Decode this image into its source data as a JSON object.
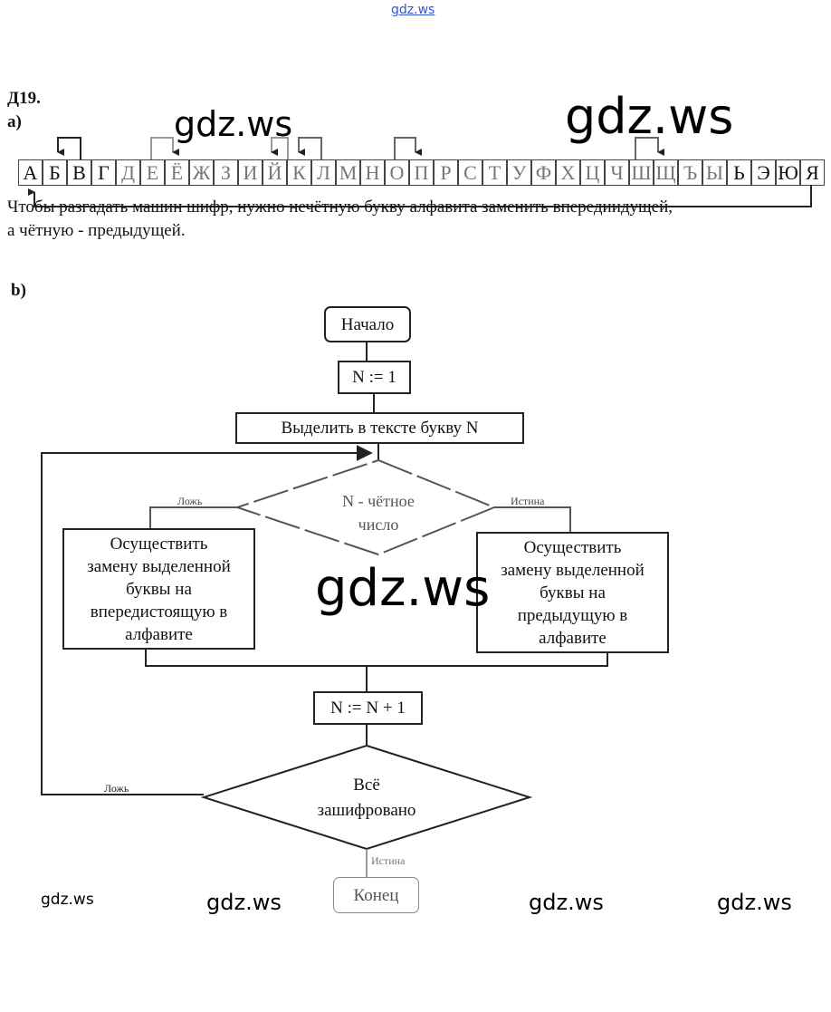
{
  "watermarks": {
    "top": "gdz.ws",
    "big1": "gdz.ws",
    "big2": "gdz.ws",
    "center": "gdz.ws",
    "bottom": [
      "gdz.ws",
      "gdz.ws",
      "gdz.ws",
      "gdz.ws"
    ]
  },
  "task": {
    "number": "Д19.",
    "part_a": "a)",
    "part_b": "b)"
  },
  "alphabet": [
    "А",
    "Б",
    "В",
    "Г",
    "Д",
    "Е",
    "Ё",
    "Ж",
    "З",
    "И",
    "Й",
    "К",
    "Л",
    "М",
    "Н",
    "О",
    "П",
    "Р",
    "С",
    "Т",
    "У",
    "Ф",
    "Х",
    "Ц",
    "Ч",
    "Ш",
    "Щ",
    "Ъ",
    "Ы",
    "Ь",
    "Э",
    "Ю",
    "Я"
  ],
  "explanation": {
    "line1": "Чтобы разгадать машин шифр, нужно нечётную букву алфавита заменить впередиидущей,",
    "line2": "а чётную - предыдущей."
  },
  "flowchart": {
    "start": "Начало",
    "init": "N := 1",
    "select": "Выделить в тексте букву N",
    "cond1_line1": "N - чётное",
    "cond1_line2": "число",
    "false_label": "Ложь",
    "true_label": "Истина",
    "left_box": [
      "Осуществить",
      "замену выделенной",
      "буквы на",
      "впередистоящую в",
      "алфавите"
    ],
    "right_box": [
      "Осуществить",
      "замену выделенной",
      "буквы на",
      "предыдущую в",
      "алфавите"
    ],
    "increment": "N := N + 1",
    "cond2_line1": "Всё",
    "cond2_line2": "зашифровано",
    "false_label2": "Ложь",
    "true_label2": "Истина",
    "end": "Конец"
  }
}
